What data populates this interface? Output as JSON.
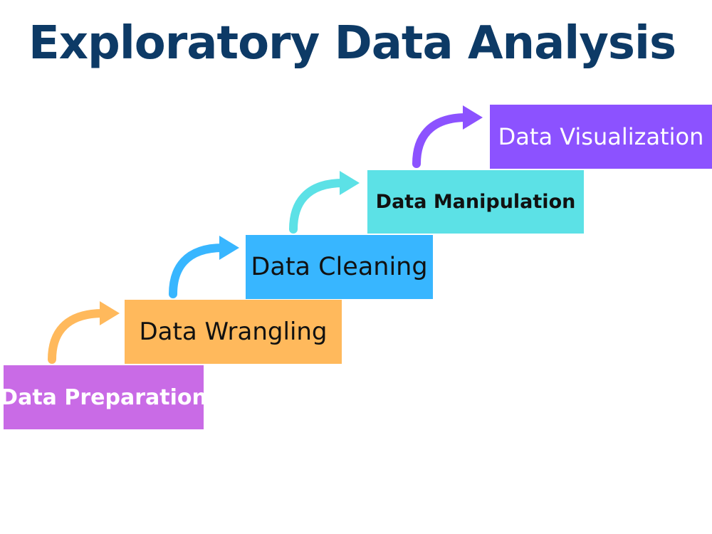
{
  "title": "Exploratory Data Analysis",
  "steps": [
    {
      "label": "Data Preparation",
      "color": "#c96be6"
    },
    {
      "label": "Data Wrangling",
      "color": "#ffb95c"
    },
    {
      "label": "Data Cleaning",
      "color": "#38b6ff"
    },
    {
      "label": "Data Manipulation",
      "color": "#5ce1e6"
    },
    {
      "label": "Data Visualization",
      "color": "#8c52ff"
    }
  ],
  "arrows": [
    {
      "icon": "curved-arrow-icon",
      "color": "#ffb95c"
    },
    {
      "icon": "curved-arrow-icon",
      "color": "#38b6ff"
    },
    {
      "icon": "curved-arrow-icon",
      "color": "#5ce1e6"
    },
    {
      "icon": "curved-arrow-icon",
      "color": "#8c52ff"
    }
  ]
}
